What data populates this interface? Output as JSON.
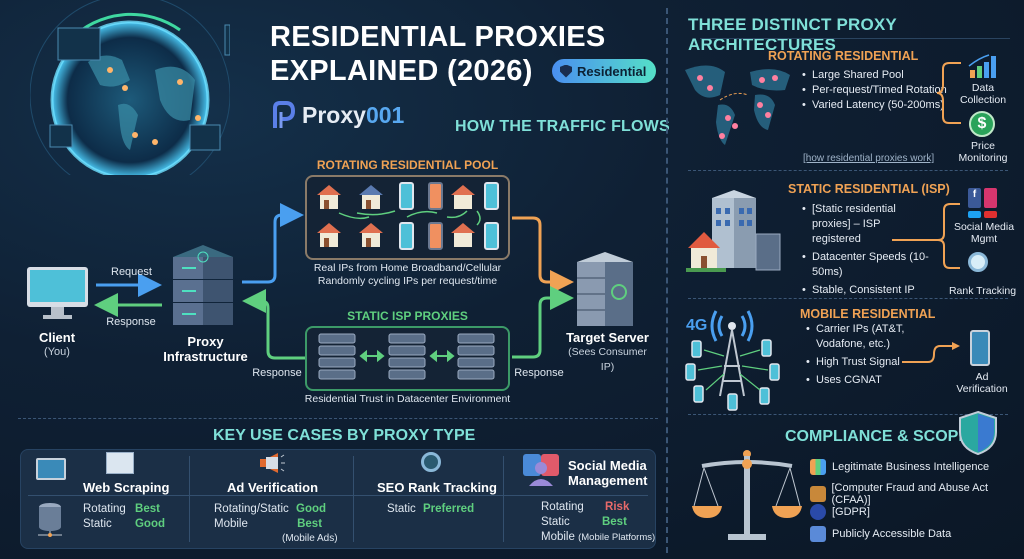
{
  "header": {
    "title_line1": "RESIDENTIAL PROXIES",
    "title_line2": "EXPLAINED (2026)",
    "badge": "Residential",
    "brand_main": "Proxy",
    "brand_accent": "001",
    "flow_heading": "HOW THE TRAFFIC FLOWS"
  },
  "flow": {
    "client": {
      "label": "Client",
      "sub": "(You)"
    },
    "request_label": "Request",
    "response_label": "Response",
    "proxy": {
      "label_line1": "Proxy",
      "label_line2": "Infrastructure"
    },
    "rotating_pool": {
      "title": "ROTATING RESIDENTIAL POOL",
      "desc_line1": "Real IPs from Home Broadband/Cellular",
      "desc_line2": "Randomly cycling IPs per request/time"
    },
    "static_isp": {
      "title": "STATIC ISP PROXIES",
      "desc": "Residential Trust in Datacenter Environment"
    },
    "isp_response_left": "Response",
    "isp_response_right": "Response",
    "target": {
      "label": "Target Server",
      "sub": "(Sees Consumer IP)"
    }
  },
  "architectures": {
    "title": "THREE DISTINCT PROXY ARCHITECTURES",
    "rotating": {
      "title": "ROTATING RESIDENTIAL",
      "bullets": [
        "Large Shared Pool",
        "Per-request/Timed Rotation",
        "Varied Latency (50-200ms)"
      ],
      "link": "[how residential proxies work]",
      "uses": [
        "Data Collection",
        "Price Monitoring"
      ]
    },
    "static": {
      "title": "STATIC RESIDENTIAL (ISP)",
      "bullets": [
        "[Static residential proxies] – ISP registered",
        "Datacenter Speeds (10-50ms)",
        "Stable, Consistent IP"
      ],
      "uses": [
        "Social Media Mgmt",
        "Rank Tracking"
      ]
    },
    "mobile": {
      "title": "MOBILE RESIDENTIAL",
      "badge": "4G",
      "bullets": [
        "Carrier IPs (AT&T, Vodafone, etc.)",
        "High Trust Signal",
        "Uses CGNAT"
      ],
      "uses": [
        "Ad Verification"
      ]
    }
  },
  "use_cases": {
    "title": "KEY USE CASES BY PROXY TYPE",
    "columns": [
      {
        "name": "Web Scraping",
        "rows": [
          {
            "type": "Rotating",
            "rating": "Best",
            "tone": "good"
          },
          {
            "type": "Static",
            "rating": "Good",
            "tone": "good"
          }
        ]
      },
      {
        "name": "Ad Verification",
        "rows": [
          {
            "type": "Rotating/Static",
            "rating": "Good",
            "tone": "good"
          },
          {
            "type": "Mobile",
            "rating": "Best",
            "tone": "good",
            "note": "(Mobile Ads)"
          }
        ]
      },
      {
        "name": "SEO Rank Tracking",
        "rows": [
          {
            "type": "Static",
            "rating": "Preferred",
            "tone": "good"
          }
        ]
      },
      {
        "name": "Social Media Management",
        "rows": [
          {
            "type": "Rotating",
            "rating": "Risk",
            "tone": "risk"
          },
          {
            "type": "Static",
            "rating": "Best",
            "tone": "good"
          },
          {
            "type": "Mobile",
            "rating": "",
            "note": "(Mobile Platforms)"
          }
        ]
      }
    ]
  },
  "compliance": {
    "title": "COMPLIANCE & SCOPE",
    "items": [
      "Legitimate Business Intelligence",
      "[Computer Fraud and Abuse Act (CFAA)]",
      "[GDPR]",
      "Publicly Accessible Data"
    ]
  },
  "colors": {
    "accent_teal": "#7fe0d8",
    "orange": "#f0a254",
    "green": "#5fcf7f",
    "blue": "#4a9ff0",
    "risk": "#e86a6a"
  }
}
